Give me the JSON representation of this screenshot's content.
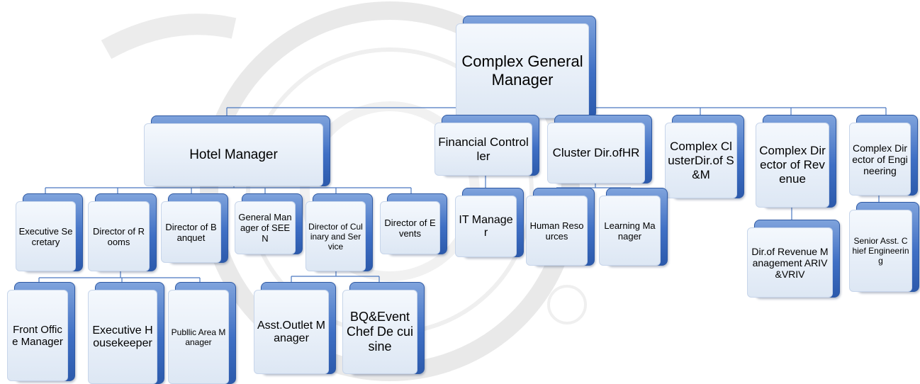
{
  "chart": {
    "root": "Complex General Manager",
    "hotel_manager": "Hotel Manager",
    "financial_controller": "Financial Controller",
    "cluster_dir_hr": "Cluster Dir.ofHR",
    "complex_cluster_sm": "Complex ClusterDir.of S&M",
    "complex_dir_revenue": "Complex Director of Revenue",
    "complex_dir_engineering": "Complex Director of Engineering",
    "executive_secretary": "Executive Secretary",
    "director_rooms": "Director of Rooms",
    "director_banquet": "Director of Banquet",
    "gm_seen": "General Manager of SEEN",
    "director_culinary": "Director of Culinary and Service",
    "director_events": "Director of Events",
    "it_manager": "IT Manager",
    "human_resources": "Human Resources",
    "learning_manager": "Learning Manager",
    "dir_revenue_mgmt": "Dir.of Revenue Management ARIV&VRIV",
    "senior_asst_chief_eng": "Senior Asst. Chief Engineering",
    "front_office_manager": "Front Office Manager",
    "executive_housekeeper": "Executive Housekeeper",
    "public_area_manager": "Publlic Area Manager",
    "asst_outlet_manager": "Asst.Outlet Manager",
    "bq_event_chef": "BQ&Event Chef De cuisine"
  },
  "colors": {
    "box_front": "#dde7f4",
    "box_back": "#3f6fc4",
    "connector": "#4a78c0"
  }
}
